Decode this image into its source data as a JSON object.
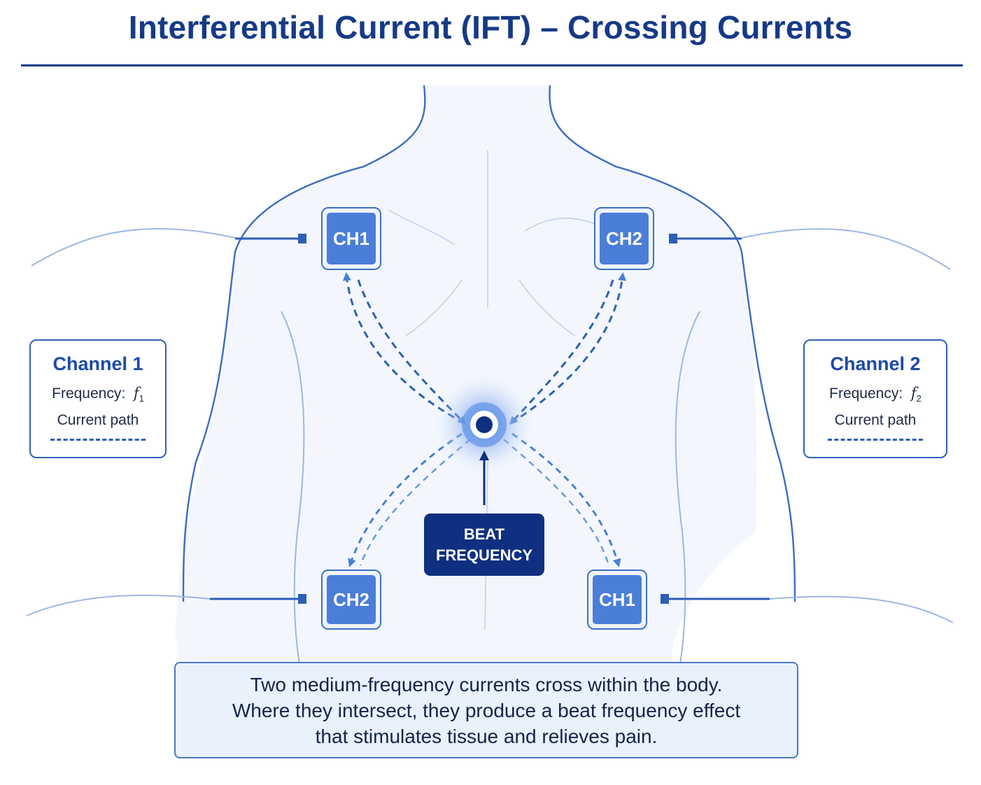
{
  "title": "Interferential Current (IFT) – Crossing Currents",
  "legend_left": {
    "title": "Channel 1",
    "frequency_label": "Frequency:",
    "frequency_symbol": "f",
    "frequency_subscript": "1",
    "path_label": "Current path"
  },
  "legend_right": {
    "title": "Channel 2",
    "frequency_label": "Frequency:",
    "frequency_symbol": "f",
    "frequency_subscript": "2",
    "path_label": "Current path"
  },
  "electrodes": {
    "top_left": "CH1",
    "top_right": "CH2",
    "bottom_left": "CH2",
    "bottom_right": "CH1"
  },
  "beat_label": {
    "line1": "BEAT",
    "line2": "FREQUENCY"
  },
  "caption": {
    "line1": "Two medium-frequency currents cross within the body.",
    "line2": "Where they intersect, they produce a beat frequency effect",
    "line3": "that stimulates tissue and relieves pain."
  },
  "colors": {
    "title": "#163a86",
    "body_outline": "#3d6cc0",
    "electrode_fill": "#4a7ed8",
    "current_path": "#2e5fb3",
    "beat_box": "#0f2f80",
    "caption_bg": "#e8f1fc"
  }
}
